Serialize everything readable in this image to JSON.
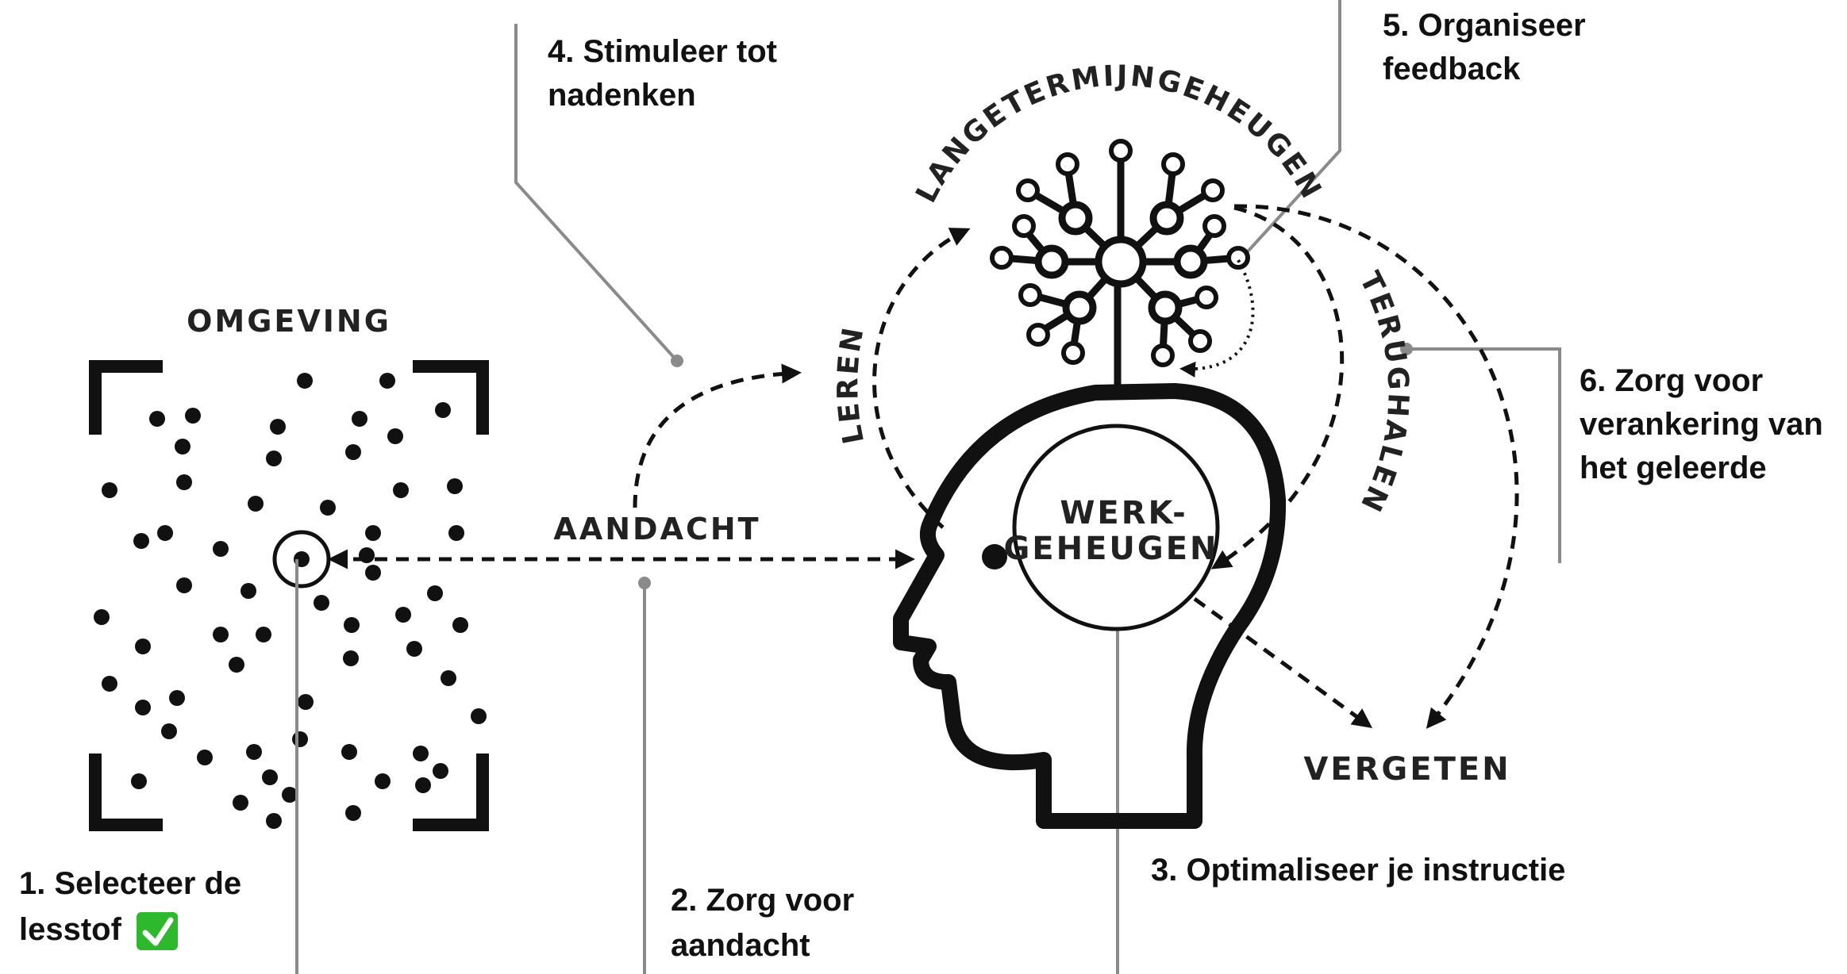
{
  "steps": {
    "step1": [
      "1. Selecteer de",
      "lesstof"
    ],
    "step1_badge": "✅",
    "step2": [
      "2. Zorg voor",
      "aandacht"
    ],
    "step3": "3. Optimaliseer je instructie",
    "step4": [
      "4. Stimuleer tot",
      "nadenken"
    ],
    "step5": [
      "5. Organiseer",
      "feedback"
    ],
    "step6": [
      "6. Zorg voor",
      "verankering van",
      "het geleerde"
    ]
  },
  "concepts": {
    "omgeving": "OMGEVING",
    "aandacht": "AANDACHT",
    "leren": "LEREN",
    "langetermijngeheugen": "LANGETERMIJNGEHEUGEN",
    "terughalen": "TERUGHALEN",
    "werk": "WERK-",
    "geheugen": "GEHEUGEN",
    "vergeten": "VERGETEN"
  },
  "colors": {
    "ink": "#111111",
    "leader_line": "#8a8a8a",
    "badge": "#2eb82e"
  }
}
